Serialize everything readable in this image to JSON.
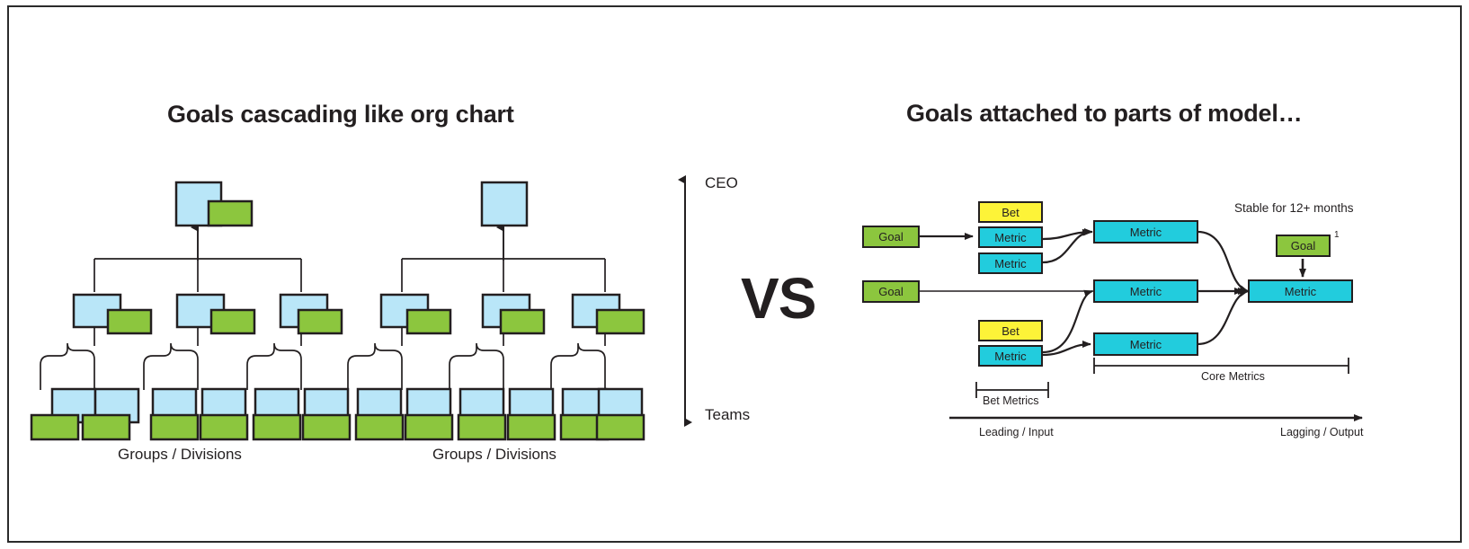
{
  "slide": {
    "titles": {
      "left": "Goals cascading like org chart",
      "right": "Goals attached to parts of model…"
    },
    "comparator": "VS"
  },
  "left_diagram": {
    "vertical_axis": {
      "top_label": "CEO",
      "bottom_label": "Teams"
    },
    "bottom_labels": [
      "Groups / Divisions",
      "Groups / Divisions"
    ],
    "colors": {
      "goal_box": "#b9e6f8",
      "metric_box": "#8cc63e",
      "stroke": "#231f20"
    },
    "structure": {
      "trees": 2,
      "levels": 3,
      "level_names": [
        "CEO",
        "Groups / Divisions",
        "Teams"
      ],
      "middle_nodes_per_tree": 3,
      "leaf_nodes_per_middle": 2
    }
  },
  "right_diagram": {
    "note_stable": "Stable for 12+ months",
    "footnote_marker": "1",
    "colors": {
      "goal": "#8cc63e",
      "bet": "#fdf338",
      "metric": "#22ccdd",
      "stroke": "#231f20"
    },
    "nodes": {
      "goal_1": "Goal",
      "goal_2": "Goal",
      "goal_3": "Goal",
      "bet_1": "Bet",
      "bet_2": "Bet",
      "metric_a1": "Metric",
      "metric_a2": "Metric",
      "metric_b1": "Metric",
      "metric_core_1": "Metric",
      "metric_core_2": "Metric",
      "metric_core_3": "Metric",
      "metric_final": "Metric"
    },
    "brackets": {
      "bet_metrics": "Bet Metrics",
      "core_metrics": "Core Metrics"
    },
    "spectrum_axis": {
      "left_label": "Leading / Input",
      "right_label": "Lagging / Output"
    }
  }
}
